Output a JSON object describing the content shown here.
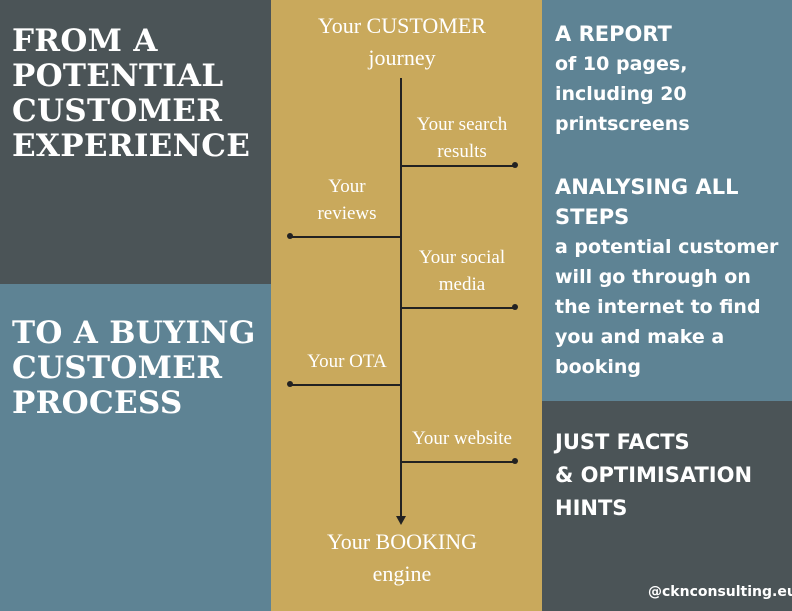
{
  "left": {
    "heading_top": [
      "FROM A",
      "POTENTIAL",
      "CUSTOMER",
      "EXPERIENCE"
    ],
    "heading_bottom": [
      "TO A BUYING",
      "CUSTOMER",
      "PROCESS"
    ]
  },
  "journey": {
    "start": [
      "Your CUSTOMER",
      "journey"
    ],
    "steps": [
      [
        "Your search",
        "results"
      ],
      [
        "Your",
        "reviews"
      ],
      [
        "Your social",
        "media"
      ],
      [
        "Your OTA"
      ],
      [
        "Your website"
      ]
    ],
    "end": [
      "Your BOOKING",
      "engine"
    ]
  },
  "right": {
    "report_title": "A REPORT",
    "report_lines": [
      "of 10 pages,",
      "including 20",
      "printscreens"
    ],
    "analysing_title": [
      "ANALYSING ALL",
      "STEPS"
    ],
    "analysing_lines": [
      "a potential customer",
      "will go through on",
      "the internet to find",
      "you and make a",
      "booking"
    ],
    "facts_lines": [
      "JUST FACTS",
      "& OPTIMISATION",
      "HINTS"
    ],
    "handle": "@cknconsulting.eu"
  },
  "colors": {
    "dark_slate": "#4b5457",
    "steel_blue": "#5e8394",
    "mustard": "#c9a95c",
    "timeline": "#222222",
    "text": "#ffffff"
  }
}
